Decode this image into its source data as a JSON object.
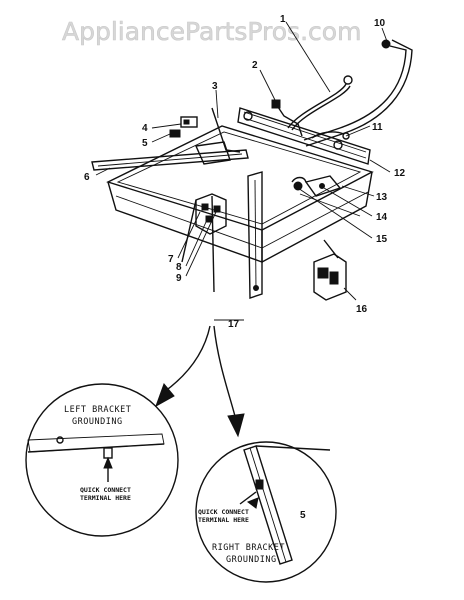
{
  "watermark": "AppliancePartsPros.com",
  "part_numbers": [
    "1",
    "2",
    "3",
    "4",
    "5",
    "6",
    "7",
    "8",
    "9",
    "10",
    "11",
    "12",
    "13",
    "14",
    "15",
    "16",
    "17"
  ],
  "detail_left": {
    "title_line1": "LEFT BRACKET",
    "title_line2": "GROUNDING",
    "note_line1": "QUICK CONNECT",
    "note_line2": "TERMINAL HERE"
  },
  "detail_right": {
    "title_line1": "RIGHT BRACKET",
    "title_line2": "GROUNDING",
    "note_line1": "QUICK CONNECT",
    "note_line2": "TERMINAL HERE",
    "mark": "5"
  }
}
